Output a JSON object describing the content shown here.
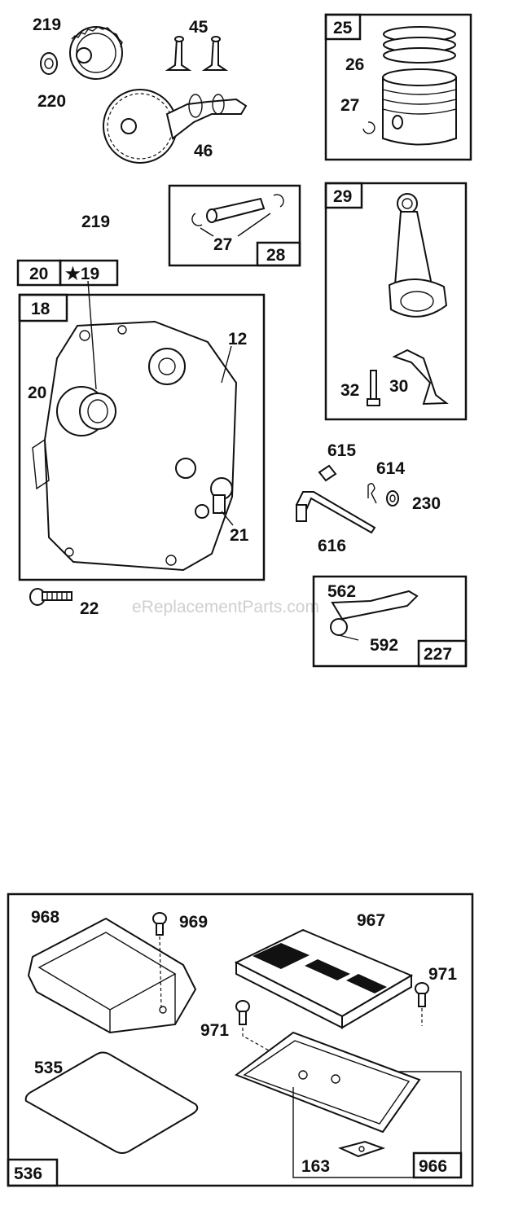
{
  "watermark": "eReplacementParts.com",
  "group_labels": {
    "g25": "25",
    "g28": "28",
    "g29": "29",
    "g20": "20",
    "g19": "★19",
    "g18": "18",
    "g227": "227",
    "g536": "536",
    "g966": "966"
  },
  "part_labels": {
    "p219a": "219",
    "p220": "220",
    "p45": "45",
    "p46": "46",
    "p219b": "219",
    "p26": "26",
    "p27a": "27",
    "p27b": "27",
    "p12": "12",
    "p20": "20",
    "p21": "21",
    "p22": "22",
    "p32": "32",
    "p30": "30",
    "p615": "615",
    "p614": "614",
    "p230": "230",
    "p616": "616",
    "p562": "562",
    "p592": "592",
    "p968": "968",
    "p969": "969",
    "p967": "967",
    "p971a": "971",
    "p971b": "971",
    "p535": "535",
    "p163": "163"
  }
}
